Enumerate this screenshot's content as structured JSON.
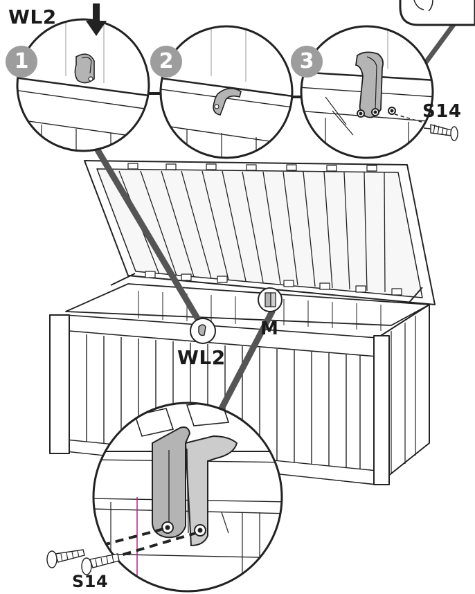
{
  "labels": {
    "top_part": "WL2",
    "screw_top": "S14",
    "part_m": "M",
    "part_wl2": "WL2",
    "screw_bottom": "S14"
  },
  "steps": [
    "1",
    "2",
    "3"
  ],
  "colors": {
    "line": "#222222",
    "grey_part": "#b4b4b4",
    "light_grey": "#d9d9d9",
    "step_badge": "#9d9d9d",
    "accent_line": "#c2187b"
  }
}
